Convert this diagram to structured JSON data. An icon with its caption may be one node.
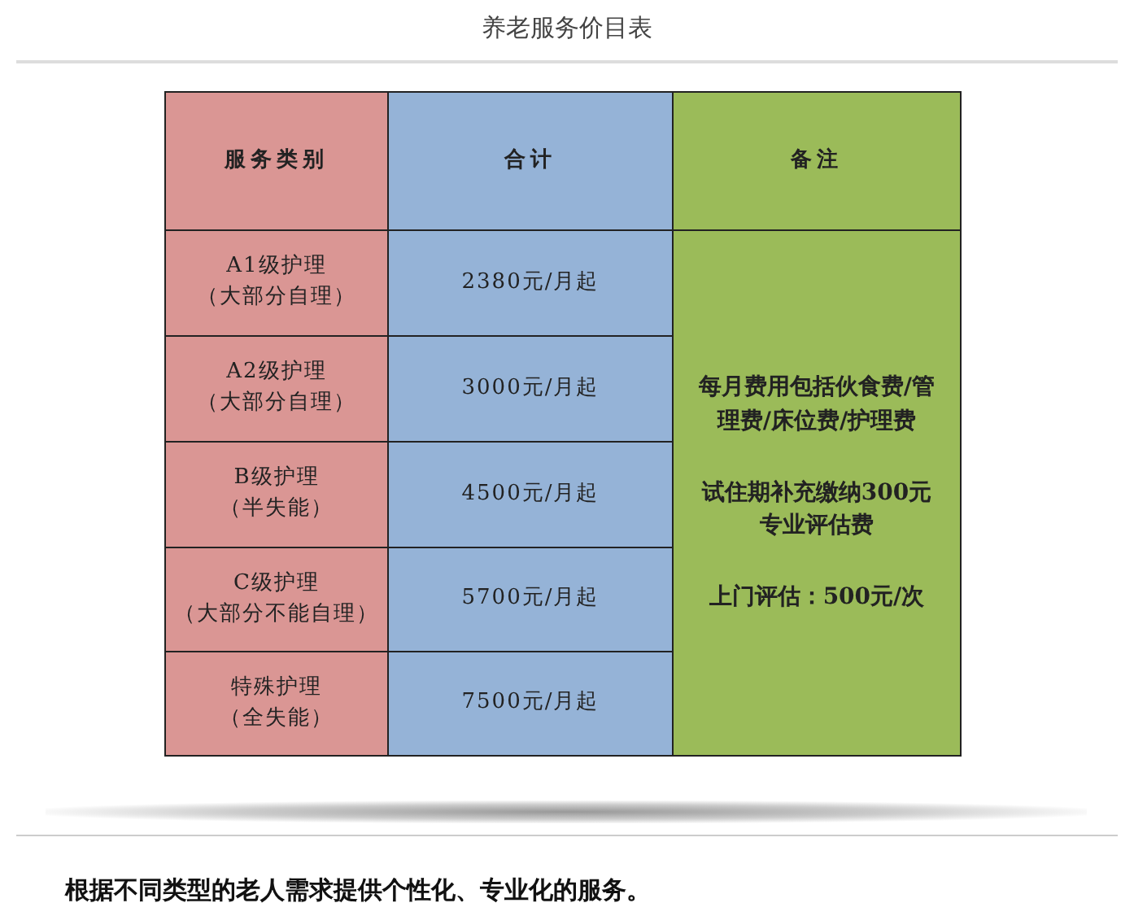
{
  "diagram": {
    "title": "养老服务价目表",
    "caption": "根据不同类型的老人需求提供个性化、专业化的服务。",
    "labels": [
      "服务类别",
      "合计",
      "备注",
      "A1级护理（大部分自理）",
      "2380元/月起",
      "每月费用包括伙食费/管理费/床位费/护理费",
      "试住期补充缴纳300元专业评估费",
      "上门评估：500元/次",
      "A2级护理（大部分自理）",
      "3000元/月起",
      "B级护理（半失能）",
      "4500元/月起",
      "C级护理（大部分不能自理）",
      "5700元/月起",
      "特殊护理（全失能）",
      "7500元/月起"
    ]
  }
}
